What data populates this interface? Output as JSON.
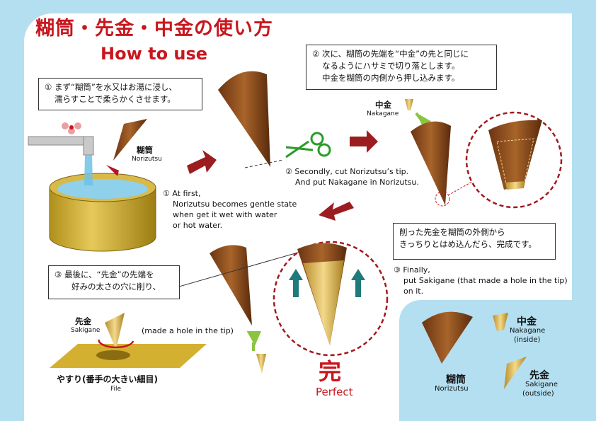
{
  "title": {
    "jp": "糊筒・先金・中金の使い方",
    "en": "How to use"
  },
  "steps": {
    "step1_jp_line1": "① まず“糊筒”を水又はお湯に浸し、",
    "step1_jp_line2": "濡らすことで柔らかくさせます。",
    "step1_en_line1": "① At first,",
    "step1_en_line2": "Norizutsu becomes gentle state",
    "step1_en_line3": "when get it wet with water",
    "step1_en_line4": "or hot water.",
    "step2_jp_line1": "② 次に、糊筒の先端を“中金”の先と同じに",
    "step2_jp_line2": "なるようにハサミで切り落とします。",
    "step2_jp_line3": "中金を糊筒の内側から押し込みます。",
    "step2_en_line1": "② Secondly,  cut Norizutsu’s tip.",
    "step2_en_line2": "And put Nakagane in Norizutsu.",
    "step3_jp_line1": "③ 最後に、“先金”の先端を",
    "step3_jp_line2": "好みの太さの穴に削り、",
    "step3_note": "(made a hole in the tip)",
    "step4_jp_line1": "削った先金を糊筒の外側から",
    "step4_jp_line2": "きっちりとはめ込んだら、完成です。",
    "step4_en_line1": "③ Finally,",
    "step4_en_line2": "put Sakigane (that made a hole in the tip)",
    "step4_en_line3": "on it."
  },
  "labels": {
    "norizutsu_jp": "糊筒",
    "norizutsu_en": "Norizutsu",
    "nakagane_jp": "中金",
    "nakagane_en": "Nakagane",
    "sakigane_jp": "先金",
    "sakigane_en": "Sakigane",
    "file_jp": "やすり(番手の大きい細目)",
    "file_en": "File",
    "complete_jp": "完",
    "complete_en": "Perfect"
  },
  "legend": {
    "norizutsu_jp": "糊筒",
    "norizutsu_en": "Norizutsu",
    "nakagane_jp": "中金",
    "nakagane_en1": "Nakagane",
    "nakagane_en2": "(inside)",
    "sakigane_jp": "先金",
    "sakigane_en1": "Sakigane",
    "sakigane_en2": "(outside)"
  },
  "colors": {
    "title_red": "#c8161d",
    "arrow_red": "#9b1d20",
    "cone_brown": "#8a4a1c",
    "gold": "#d8b04a",
    "green": "#8bc53f",
    "teal": "#1f7a7a",
    "panel_bg": "#b4dff0"
  }
}
